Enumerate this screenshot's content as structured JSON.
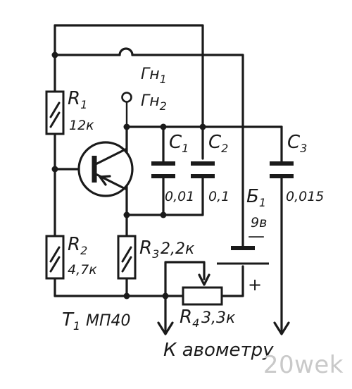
{
  "labels": {
    "gn1": "Гн",
    "gn1_sub": "1",
    "gn2": "Гн",
    "gn2_sub": "2",
    "r1": "R",
    "r1_sub": "1",
    "r1_value": "12к",
    "r2": "R",
    "r2_sub": "2",
    "r2_value": "4,7к",
    "r3": "R",
    "r3_sub": "3",
    "r3_value": "2,2к",
    "r4": "R",
    "r4_sub": "4",
    "r4_value": "3,3к",
    "c1": "C",
    "c1_sub": "1",
    "c1_value": "0,01",
    "c2": "C",
    "c2_sub": "2",
    "c2_value": "0,1",
    "c3": "C",
    "c3_sub": "3",
    "c3_value": "0,015",
    "b1": "Б",
    "b1_sub": "1",
    "b1_value": "9в",
    "b1_minus": "—",
    "b1_plus": "+",
    "t1": "T",
    "t1_sub": "1",
    "t1_value": "МП40",
    "avometer": "К авометру"
  },
  "watermark": "20wek"
}
